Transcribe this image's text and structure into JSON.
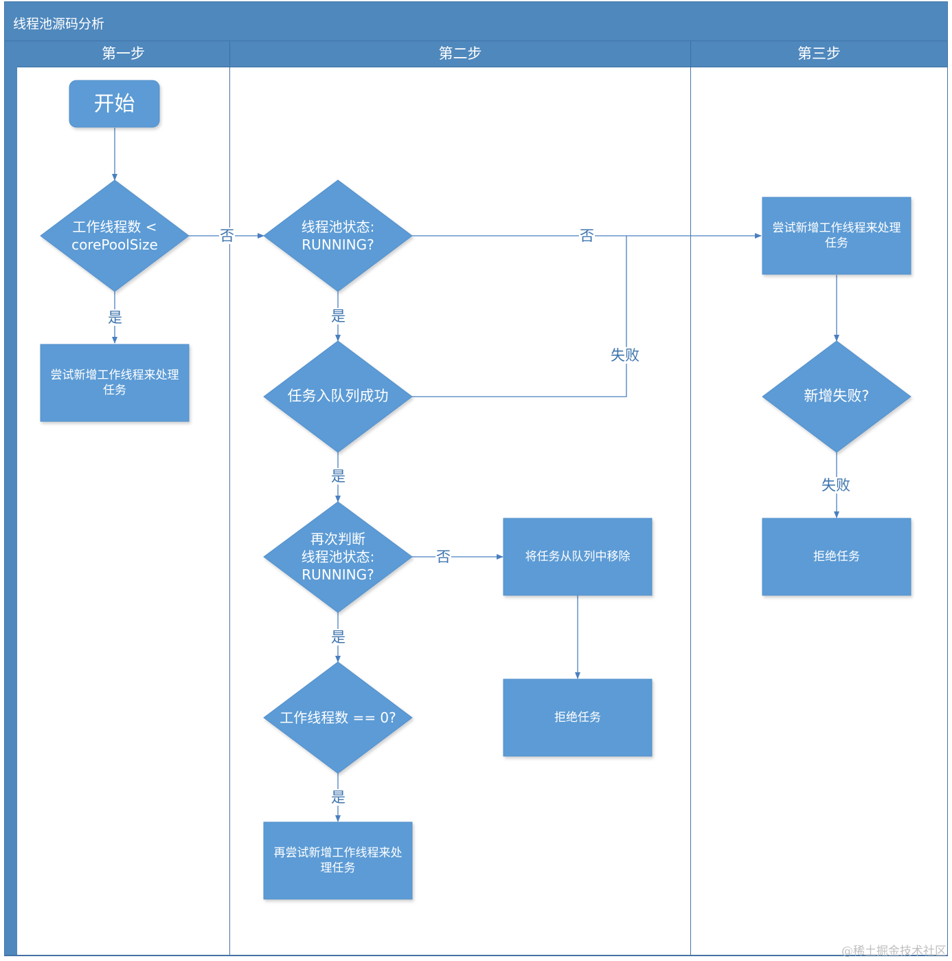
{
  "title": "线程池源码分析",
  "lanes": [
    "第一步",
    "第二步",
    "第三步"
  ],
  "nodes": {
    "start": "开始",
    "check_core": "工作线程数 <\ncorePoolSize",
    "add_worker_1": "尝试新增工作线程来处理\n任务",
    "check_running": "线程池状态:\nRUNNING?",
    "enqueue": "任务入队列成功",
    "recheck": "再次判断\n线程池状态:\nRUNNING?",
    "remove_task": "将任务从队列中移除",
    "reject_2": "拒绝任务",
    "check_zero": "工作线程数 == 0?",
    "add_worker_2": "再尝试新增工作线程来处\n理任务",
    "add_worker_3": "尝试新增工作线程来处理\n任务",
    "check_fail": "新增失败?",
    "reject_3": "拒绝任务"
  },
  "edge_labels": {
    "yes": "是",
    "no": "否",
    "fail": "失败"
  },
  "colors": {
    "header": "#4f88bd",
    "node_fill": "#5b9bd5",
    "line": "#4a7fbf",
    "label_text": "#3d74ad"
  },
  "watermark": "@稀土掘金技术社区"
}
